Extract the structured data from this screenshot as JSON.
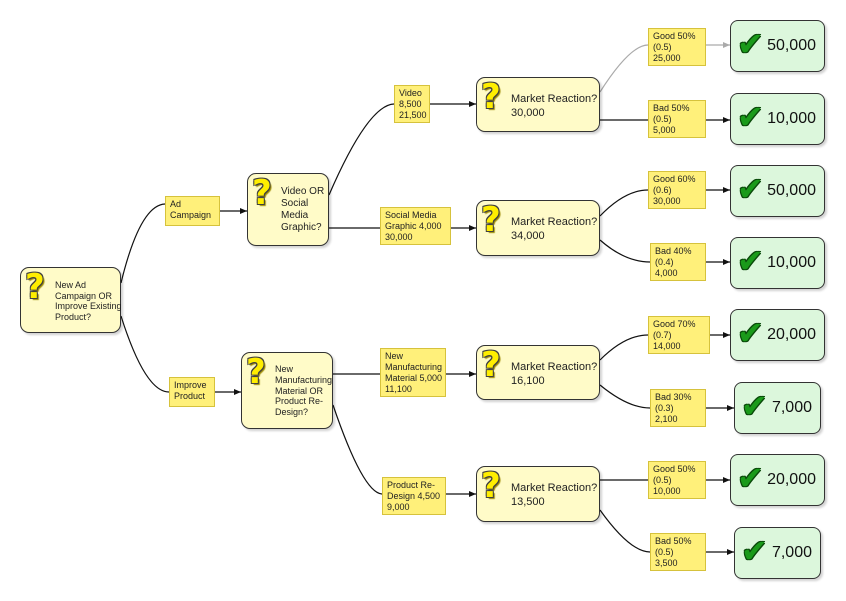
{
  "root": {
    "lines": [
      "New Ad",
      "Campaign OR",
      "Improve Existing",
      "Product?"
    ]
  },
  "decision_ad": {
    "lines": [
      "Video OR",
      "Social",
      "Media",
      "Graphic?"
    ]
  },
  "decision_improve": {
    "lines": [
      "New",
      "Manufacturing",
      "Material OR",
      "Product Re-",
      "Design?"
    ]
  },
  "chance_video": {
    "lines": [
      "Market Reaction?",
      "30,000"
    ]
  },
  "chance_social": {
    "lines": [
      "Market Reaction?",
      "34,000"
    ]
  },
  "chance_material": {
    "lines": [
      "Market Reaction?",
      "16,100"
    ]
  },
  "chance_redesign": {
    "lines": [
      "Market Reaction?",
      "13,500"
    ]
  },
  "branches": {
    "ad_campaign": [
      "Ad",
      "Campaign"
    ],
    "improve_product": [
      "Improve",
      "Product"
    ],
    "video": [
      "Video",
      "8,500",
      "21,500"
    ],
    "social": [
      "Social Media",
      "Graphic 4,000",
      "30,000"
    ],
    "material": [
      "New",
      "Manufacturing",
      "Material 5,000",
      "11,100"
    ],
    "redesign": [
      "Product Re-",
      "Design 4,500",
      "9,000"
    ],
    "video_good": [
      "Good 50%",
      "(0.5)",
      "25,000"
    ],
    "video_bad": [
      "Bad 50%",
      "(0.5)",
      "5,000"
    ],
    "social_good": [
      "Good 60%",
      "(0.6)",
      "30,000"
    ],
    "social_bad": [
      "Bad 40%",
      "(0.4)",
      "4,000"
    ],
    "material_good": [
      "Good 70%",
      "(0.7)",
      "14,000"
    ],
    "material_bad": [
      "Bad 30%",
      "(0.3)",
      "2,100"
    ],
    "redesign_good": [
      "Good 50%",
      "(0.5)",
      "10,000"
    ],
    "redesign_bad": [
      "Bad 50%",
      "(0.5)",
      "3,500"
    ]
  },
  "outcomes": {
    "video_good": "50,000",
    "video_bad": "10,000",
    "social_good": "50,000",
    "social_bad": "10,000",
    "material_good": "20,000",
    "material_bad": "7,000",
    "redesign_good": "20,000",
    "redesign_bad": "7,000"
  },
  "icons": {
    "decision": "question-mark-icon",
    "outcome": "checkmark-icon"
  },
  "colors": {
    "decision_fill": "#fffbc8",
    "label_fill": "#fff07a",
    "outcome_fill": "#dcf7dc",
    "question_mark": "#ffee00",
    "check_mark": "#1a9a1a",
    "selected_path": "#aaaaaa"
  }
}
